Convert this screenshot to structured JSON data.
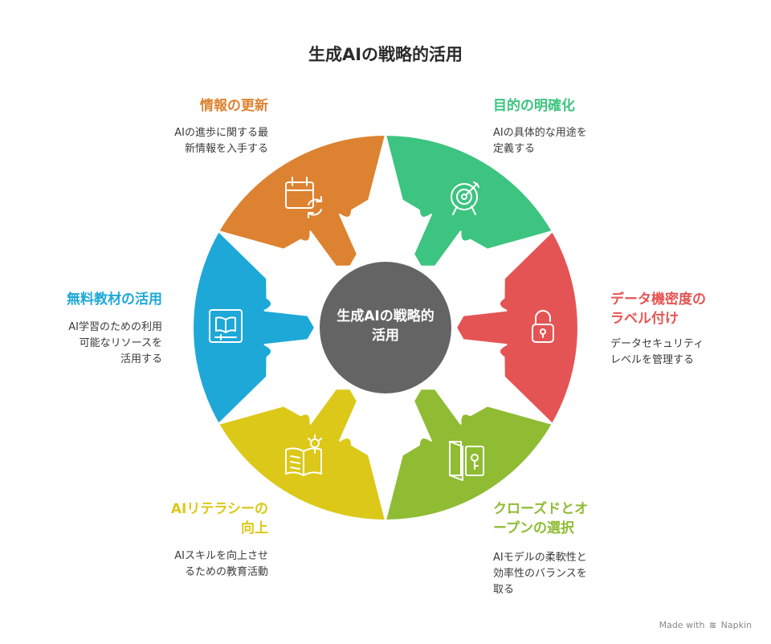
{
  "title": "生成AIの戦略的活用",
  "center": "生成AIの戦略的\n活用",
  "items": [
    {
      "title": "目的の明確化",
      "desc": "AIの具体的な用途を\n定義する",
      "color": "#3DC480",
      "icon": "target-icon"
    },
    {
      "title": "データ機密度の\nラベル付け",
      "desc": "データセキュリティ\nレベルを管理する",
      "color": "#E55454",
      "icon": "unlock-icon"
    },
    {
      "title": "クローズドとオ\nープンの選択",
      "desc": "AIモデルの柔軟性と\n効率性のバランスを\n取る",
      "color": "#8FBC33",
      "icon": "door-key-icon"
    },
    {
      "title": "AIリテラシーの\n向上",
      "desc": "AIスキルを向上させ\nるための教育活動",
      "color": "#DCC818",
      "icon": "book-lightbulb-icon"
    },
    {
      "title": "無料教材の活用",
      "desc": "AI学習のための利用\n可能なリソースを\n活用する",
      "color": "#1EA8D8",
      "icon": "open-book-icon"
    },
    {
      "title": "情報の更新",
      "desc": "AIの進歩に関する最\n新情報を入手する",
      "color": "#DD8230",
      "icon": "calendar-refresh-icon"
    }
  ],
  "center_color": "#646464",
  "footer": {
    "prefix": "Made with",
    "brand": "Napkin"
  }
}
